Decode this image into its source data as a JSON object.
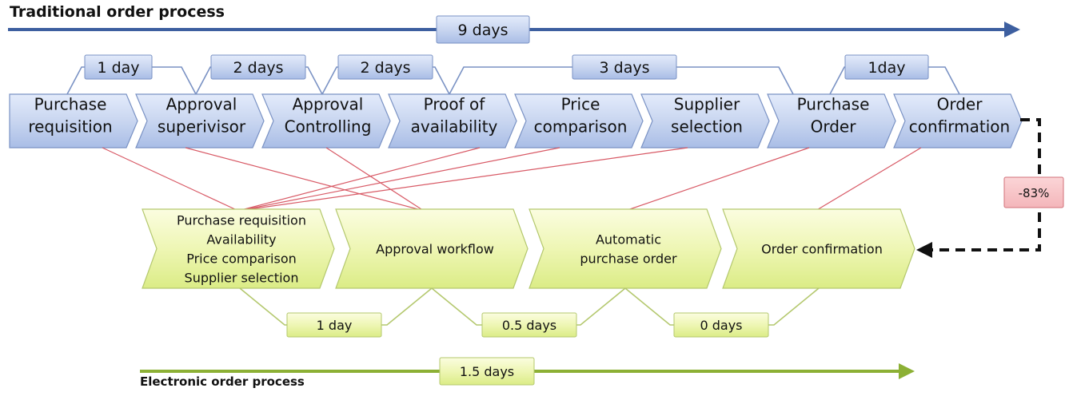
{
  "traditional": {
    "title": "Traditional order process",
    "total": "9 days",
    "steps": [
      {
        "lines": [
          "Purchase",
          "requisition"
        ]
      },
      {
        "lines": [
          "Approval",
          "superivisor"
        ]
      },
      {
        "lines": [
          "Approval",
          "Controlling"
        ]
      },
      {
        "lines": [
          "Proof of",
          "availability"
        ]
      },
      {
        "lines": [
          "Price",
          "comparison"
        ]
      },
      {
        "lines": [
          "Supplier",
          "selection"
        ]
      },
      {
        "lines": [
          "Purchase",
          "Order"
        ]
      },
      {
        "lines": [
          "Order",
          "confirmation"
        ]
      }
    ],
    "durations": [
      "1 day",
      "2 days",
      "2 days",
      "3 days",
      "1day"
    ]
  },
  "electronic": {
    "title": "Electronic order process",
    "total": "1.5 days",
    "steps": [
      {
        "lines": [
          "Purchase requisition",
          "Availability",
          "Price comparison",
          "Supplier selection"
        ]
      },
      {
        "lines": [
          "Approval workflow"
        ]
      },
      {
        "lines": [
          "Automatic",
          "purchase order"
        ]
      },
      {
        "lines": [
          "Order confirmation"
        ]
      }
    ],
    "durations": [
      "1 day",
      "0.5 days",
      "0 days"
    ]
  },
  "reduction": "-83%",
  "colors": {
    "trad_arrow": "#3d5fa0",
    "trad_box_fill": "#c9d6f0",
    "trad_box_stroke": "#7a92c4",
    "elec_arrow": "#8cb035",
    "elec_box_fill": "#eef6b4",
    "elec_box_stroke": "#b4c86e",
    "mapping_line": "#d85a66",
    "reduction_fill": "#f4b6ba",
    "reduction_stroke": "#d27078"
  }
}
